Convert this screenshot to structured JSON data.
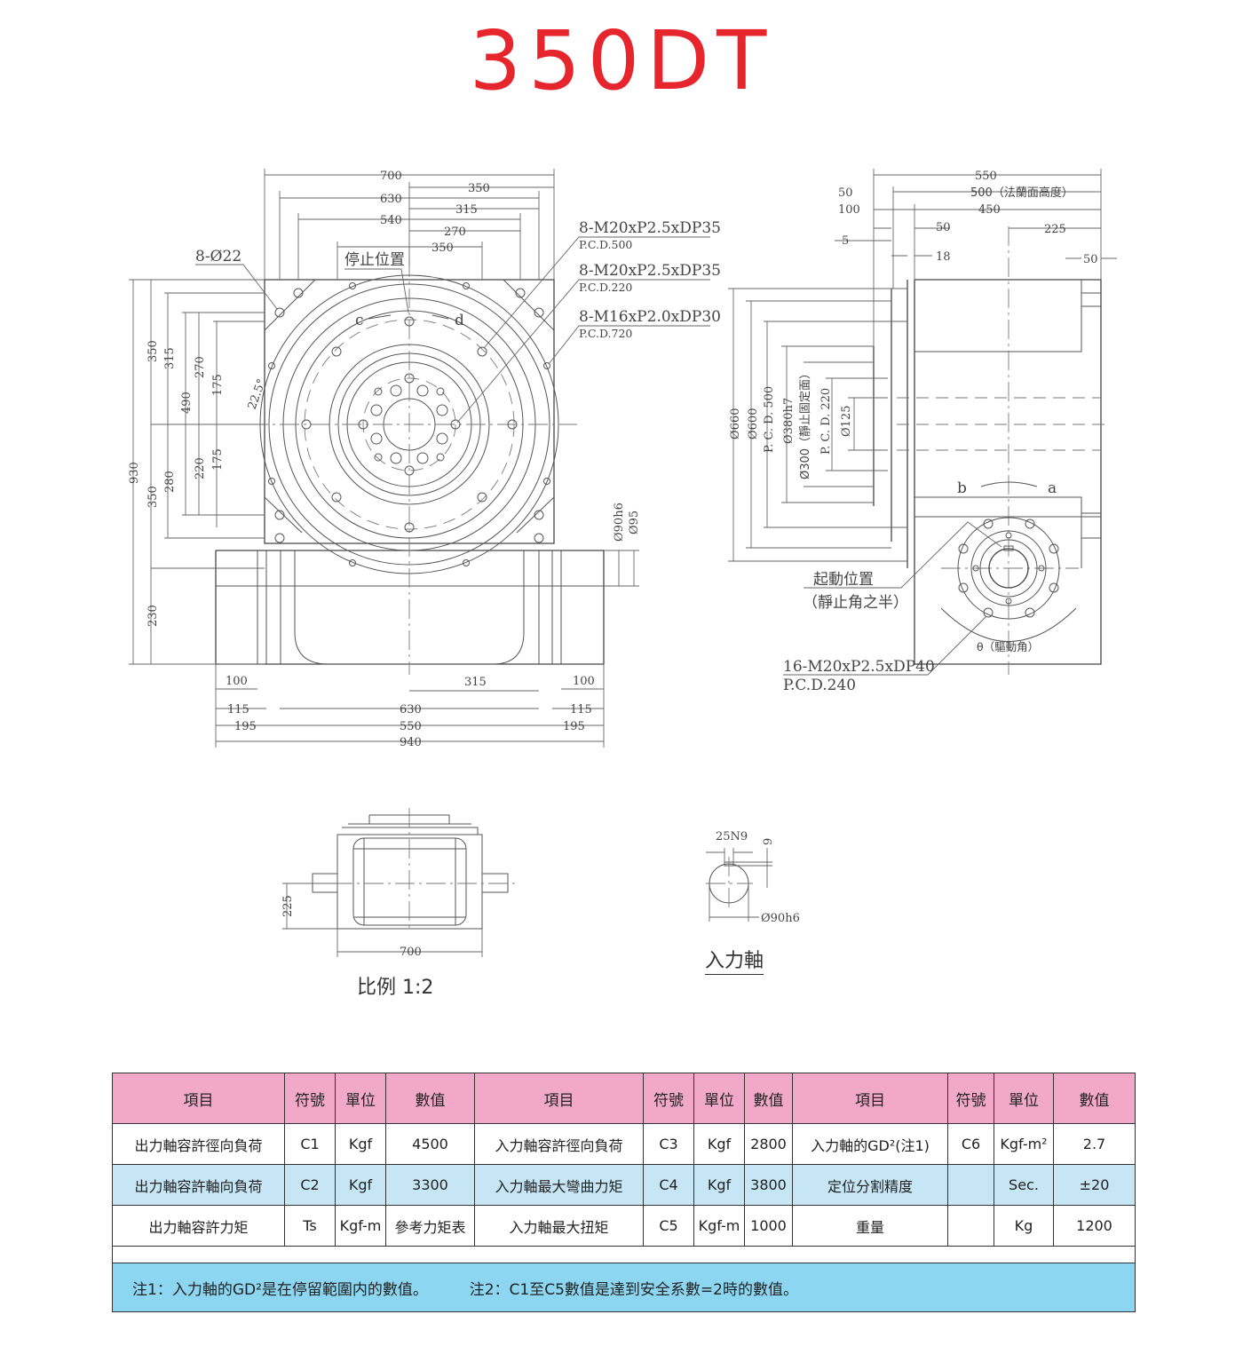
{
  "title": "350DT",
  "drawing": {
    "front_view": {
      "top_dims": [
        "700",
        "630",
        "540",
        "350",
        "315",
        "270",
        "350"
      ],
      "left_dims": [
        "930",
        "350",
        "315",
        "490",
        "270",
        "175",
        "22.5°",
        "350",
        "280",
        "220",
        "175",
        "230"
      ],
      "bottom_dims": [
        "100",
        "315",
        "100",
        "115",
        "630",
        "115",
        "195",
        "550",
        "195",
        "940"
      ],
      "shaft_dims": [
        "Ø90h6",
        "Ø95"
      ],
      "hole_callout": "8-Ø22",
      "stop_position": "停止位置",
      "rotation_c": "c",
      "rotation_d": "d",
      "callouts": [
        {
          "thread": "8-M20xP2.5xDP35",
          "pcd": "P.C.D.500"
        },
        {
          "thread": "8-M20xP2.5xDP35",
          "pcd": "P.C.D.220"
        },
        {
          "thread": "8-M16xP2.0xDP30",
          "pcd": "P.C.D.720"
        }
      ]
    },
    "side_view": {
      "top_dims": {
        "d550": "550",
        "d50a": "50",
        "d500": "500（法蘭面高度）",
        "d100": "100",
        "d450": "450",
        "d50b": "50",
        "d225": "225",
        "d5": "5",
        "d18": "18",
        "d50c": "50"
      },
      "vertical_dims": [
        "Ø660",
        "Ø600",
        "P. C. D. 500",
        "Ø380h7",
        "Ø300（靜止固定面）",
        "P. C. D. 220",
        "Ø125"
      ],
      "rotation_b": "b",
      "rotation_a": "a",
      "start_position": "起動位置",
      "start_position_note": "（靜止角之半）",
      "drive_angle": "θ（驅動角）",
      "input_callout": {
        "thread": "16-M20xP2.5xDP40",
        "pcd": "P.C.D.240"
      }
    },
    "small_view": {
      "height_dim": "225",
      "width_dim": "700",
      "scale_label": "比例 1:2"
    },
    "input_shaft": {
      "key_width": "25N9",
      "key_depth": "9",
      "diameter": "Ø90h6",
      "label": "入力軸"
    }
  },
  "spec_table": {
    "headers": [
      "項目",
      "符號",
      "單位",
      "數值",
      "項目",
      "符號",
      "單位",
      "數值",
      "項目",
      "符號",
      "單位",
      "數值"
    ],
    "rows": [
      [
        "出力軸容許徑向負荷",
        "C1",
        "Kgf",
        "4500",
        "入力軸容許徑向負荷",
        "C3",
        "Kgf",
        "2800",
        "入力軸的GD²(注1)",
        "C6",
        "Kgf-m²",
        "2.7"
      ],
      [
        "出力軸容許軸向負荷",
        "C2",
        "Kgf",
        "3300",
        "入力軸最大彎曲力矩",
        "C4",
        "Kgf",
        "3800",
        "定位分割精度",
        "",
        "Sec.",
        "±20"
      ],
      [
        "出力軸容許力矩",
        "Ts",
        "Kgf-m",
        "參考力矩表",
        "入力軸最大扭矩",
        "C5",
        "Kgf-m",
        "1000",
        "重量",
        "",
        "Kg",
        "1200"
      ]
    ],
    "note1": "注1：入力軸的GD²是在停留範圍内的數值。",
    "note2": "注2：C1至C5數值是達到安全系數=2時的數值。"
  },
  "colors": {
    "title": "#e6262c",
    "header_bg": "#f2a9c9",
    "row_blue": "#c6e6f5",
    "note_bg": "#8dd6f1"
  }
}
